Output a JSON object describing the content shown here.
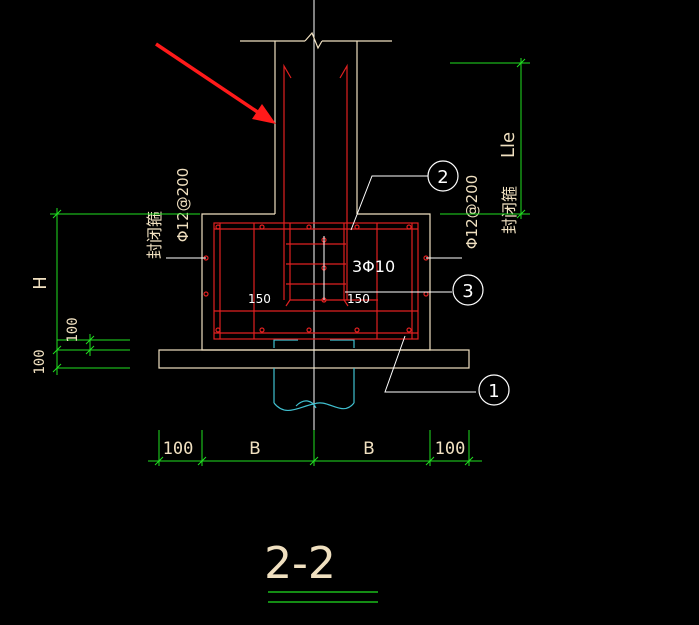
{
  "drawing": {
    "section_title": "2-2",
    "colors": {
      "background": "#000000",
      "outline": "#f0e0c0",
      "rebar": "#e02020",
      "dimension": "#20e020",
      "pile": "#40c0d0",
      "centerline": "#ffffff",
      "callout": "#ffffff",
      "arrow": "#ff1a1a",
      "tag": "#f0e0c0"
    },
    "labels": {
      "stirrup_left": "Φ12@200",
      "stirrup_left_note": "封闭箍",
      "stirrup_right": "Φ12@200",
      "stirrup_right_note": "封闭箍",
      "middle_bars": "3Φ10",
      "spacing_left": "150",
      "spacing_right": "150"
    },
    "callouts": [
      "2",
      "3",
      "1"
    ],
    "dimensions": {
      "height_label": "H",
      "anchorage_label": "Lle",
      "left_100_upper": "100",
      "left_100_lower": "100",
      "bottom": [
        "100",
        "B",
        "B",
        "100"
      ]
    }
  }
}
